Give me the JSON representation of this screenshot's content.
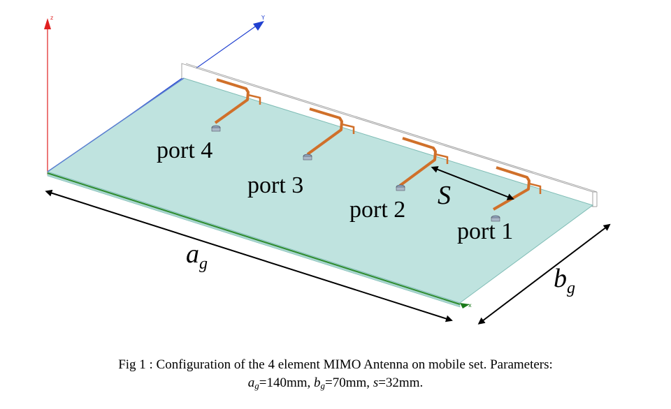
{
  "axes": {
    "z": "z",
    "y": "Y",
    "x": "x"
  },
  "ports": [
    {
      "label": "port 4"
    },
    {
      "label": "port 3"
    },
    {
      "label": "port 2"
    },
    {
      "label": "port 1"
    }
  ],
  "dimensions": {
    "ag": {
      "base": "a",
      "sub": "g"
    },
    "bg": {
      "base": "b",
      "sub": "g"
    },
    "s": "S"
  },
  "caption": {
    "line1": "Fig 1 : Configuration of the 4 element MIMO Antenna on mobile set. Parameters:",
    "ag_base": "a",
    "ag_sub": "g",
    "ag_value": "=140mm, ",
    "bg_base": "b",
    "bg_sub": "g",
    "bg_value": "=70mm, ",
    "s_base": "s",
    "s_value": "=32mm."
  },
  "colors": {
    "substrate": "#bfe3df",
    "substrate_edge": "#7fbcb5",
    "antenna": "#d0702a",
    "bottom_edge": "#2e8b2e",
    "axis_z": "#e02020",
    "axis_y": "#2040d0",
    "axis_x": "#1a7a1a"
  }
}
